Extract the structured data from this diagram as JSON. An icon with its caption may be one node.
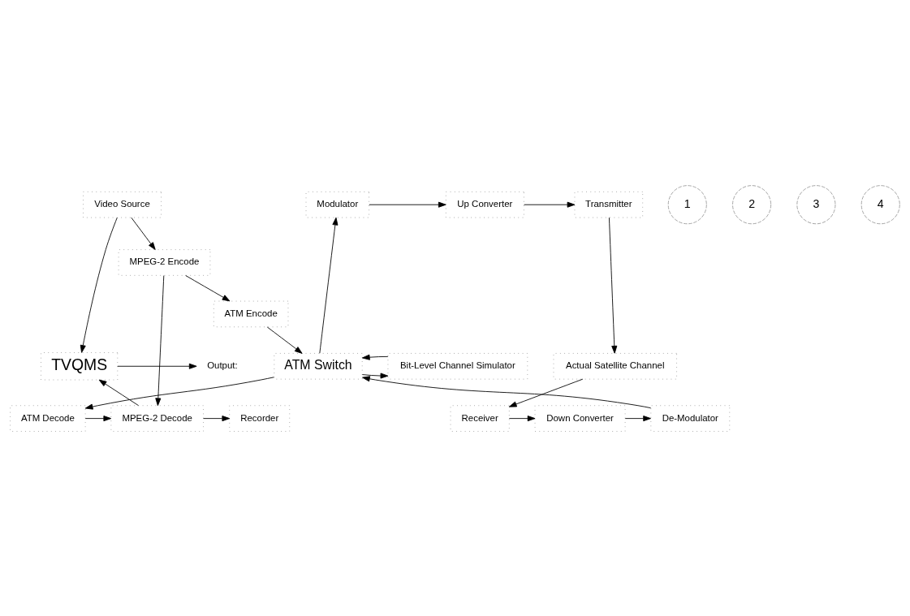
{
  "diagram": {
    "nodes": [
      {
        "text": [
          "Video Source"
        ]
      },
      {
        "text": [
          "MPEG-2 Encode"
        ]
      },
      {
        "text": [
          "ATM Encode"
        ]
      },
      {
        "text": [
          "Modulator"
        ]
      },
      {
        "text": [
          "Up Converter"
        ]
      },
      {
        "text": [
          "Transmitter"
        ]
      },
      {
        "text": [
          "TVQMS"
        ]
      },
      {
        "text": [
          "ATM Switch"
        ]
      },
      {
        "text": [
          "Bit-Level Channel Simulator"
        ]
      },
      {
        "text": [
          "Actual Satellite Channel"
        ]
      },
      {
        "text": [
          "Output:"
        ]
      },
      {
        "text": [
          "MPEG-2 Decode"
        ]
      },
      {
        "text": [
          "ATM Decode"
        ]
      },
      {
        "text": [
          "Recorder"
        ]
      },
      {
        "text": [
          "De-Modulator"
        ]
      },
      {
        "text": [
          "Down Converter"
        ]
      },
      {
        "text": [
          "Receiver"
        ]
      }
    ],
    "edges": [
      {
        "from": 0,
        "to": 6,
        "arrow": "to"
      },
      {
        "from": 0,
        "to": 1,
        "arrow": "to"
      },
      {
        "from": 1,
        "to": 2,
        "arrow": "to"
      },
      {
        "from": 1,
        "to": 11,
        "arrow": "to"
      },
      {
        "from": 2,
        "to": 7,
        "arrow": "to"
      },
      {
        "from": 7,
        "to": 3,
        "arrow": "to"
      },
      {
        "from": 3,
        "to": 4,
        "arrow": "to"
      },
      {
        "from": 4,
        "to": 5,
        "arrow": "to"
      },
      {
        "from": 5,
        "to": 9,
        "arrow": "to"
      },
      {
        "from": 7,
        "to": 8,
        "arrow": "to"
      },
      {
        "from": 8,
        "to": 7,
        "arrow": "to"
      },
      {
        "from": 9,
        "to": 16,
        "arrow": "to"
      },
      {
        "from": 16,
        "to": 15,
        "arrow": "to"
      },
      {
        "from": 15,
        "to": 14,
        "arrow": "to"
      },
      {
        "from": 14,
        "to": 7,
        "arrow": "to"
      },
      {
        "from": 7,
        "to": 12,
        "arrow": "to"
      },
      {
        "from": 12,
        "to": 11,
        "arrow": "to"
      },
      {
        "from": 11,
        "to": 6,
        "arrow": "to"
      },
      {
        "from": 11,
        "to": 13,
        "arrow": "to"
      },
      {
        "from": 6,
        "to": 10,
        "arrow": "to"
      }
    ],
    "labels": [
      "1",
      "2",
      "3",
      "4"
    ]
  }
}
